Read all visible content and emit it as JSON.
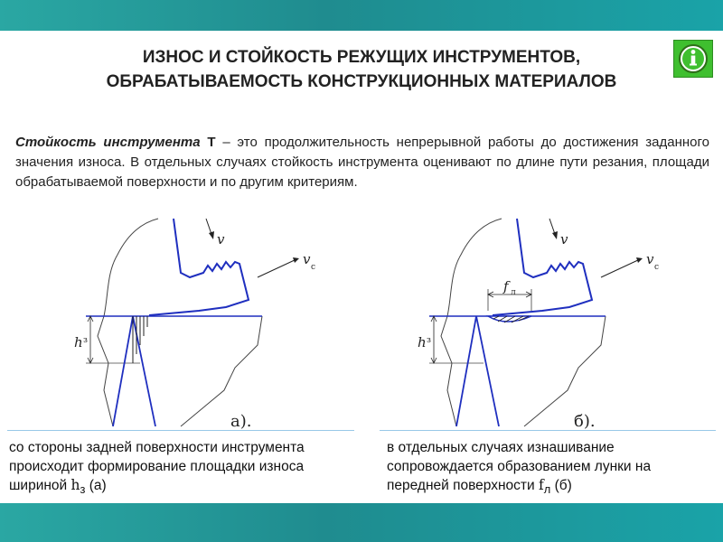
{
  "title": {
    "line1": "ИЗНОС И СТОЙКОСТЬ РЕЖУЩИХ ИНСТРУМЕНТОВ,",
    "line2": "ОБРАБАТЫВАЕМОСТЬ КОНСТРУКЦИОННЫХ МАТЕРИАЛОВ"
  },
  "info_icon": {
    "name": "info-icon",
    "color": "#3fbf2f"
  },
  "intro": {
    "term": "Стойкость инструмента",
    "symbol": "Т",
    "text": " – это продолжительность непрерывной работы до достижения заданного значения износа. В отдельных случаях стойкость инструмента оценивают по длине пути резания, площади обрабатываемой поверхности и по другим критериям."
  },
  "diagram_a": {
    "label": "а).",
    "v": "v",
    "vc": "v",
    "vc_sub": "с",
    "h": "h",
    "h_sub": "з"
  },
  "diagram_b": {
    "label": "б).",
    "v": "v",
    "vc": "v",
    "vc_sub": "с",
    "h": "h",
    "h_sub": "з",
    "f": "f",
    "f_sub": "л"
  },
  "captions": {
    "left_main": "со стороны задней поверхности инструмента происходит формирование площадки износа шириной ",
    "left_sym": "h",
    "left_sub": "з",
    "left_tail": " (а)",
    "right_main": "в отдельных случаях изнашивание сопровождается образованием лунки на передней поверхности ",
    "right_sym": "f",
    "right_sub": "л",
    "right_tail": " (б)"
  },
  "colors": {
    "tool_edge": "#1f2fbf",
    "band": "#1f8c8f"
  }
}
